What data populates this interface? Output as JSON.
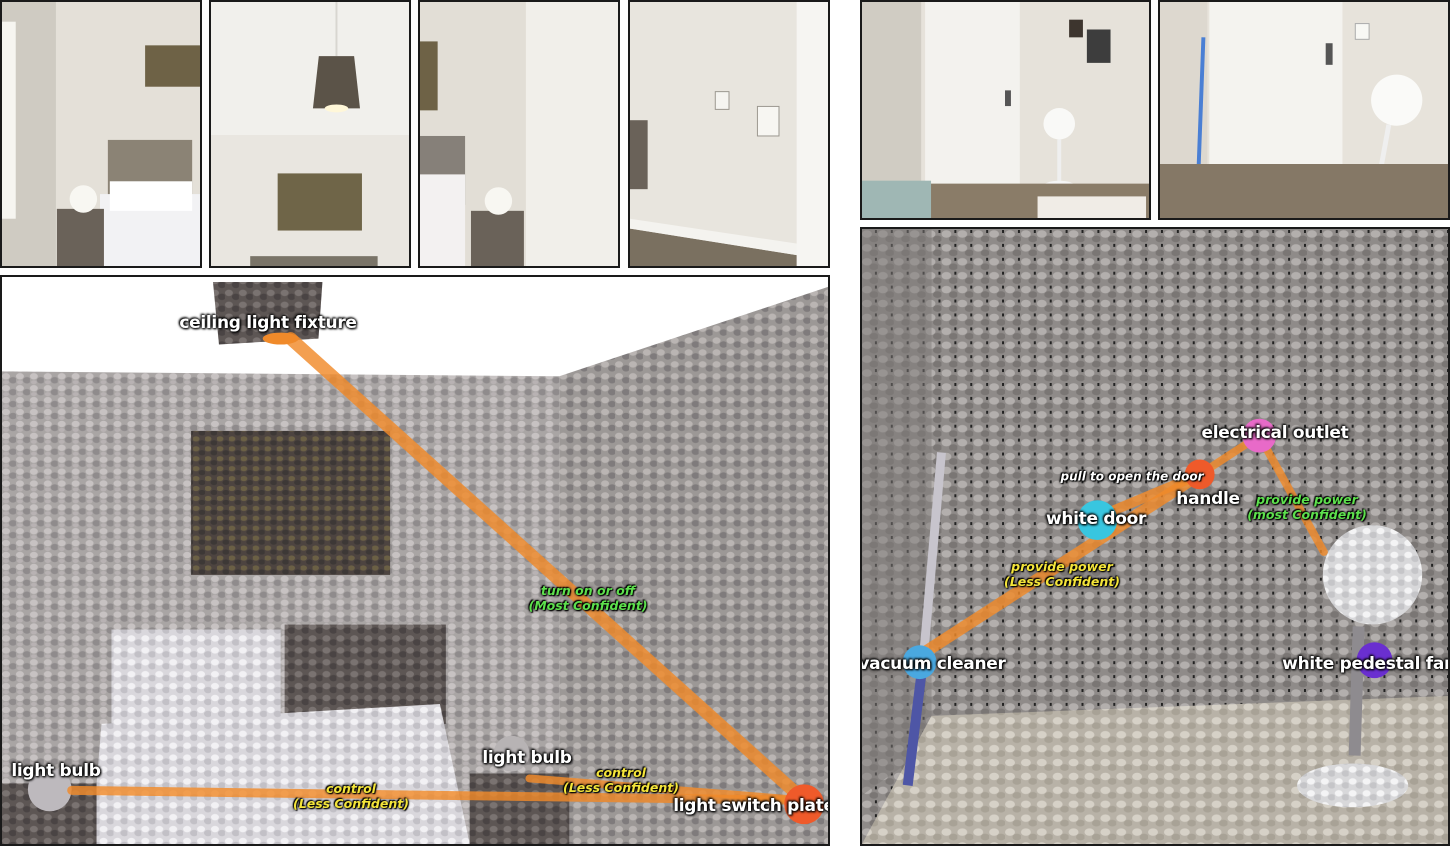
{
  "photos_left": [
    {
      "description": "bedroom photo: world map canvas above bed with white globe lamp"
    },
    {
      "description": "bedroom photo: ceiling pendant lamp above world map canvas"
    },
    {
      "description": "bedroom photo: corner with bed and globe lamp"
    },
    {
      "description": "bedroom photo: wall with thermostat and light switch"
    }
  ],
  "photos_right": [
    {
      "description": "room photo: white door, pictures, pedestal fan"
    },
    {
      "description": "room photo: door handle, outlet, pedestal fan, vacuum cleaner"
    }
  ],
  "scene_left": {
    "labels": {
      "ceiling_light_fixture": "ceiling light fixture",
      "light_bulb_left": "light bulb",
      "light_bulb_mid": "light bulb",
      "light_switch_plate": "light switch plate"
    },
    "relations": {
      "turn_on_off": {
        "line1": "turn on or off",
        "line2": "(Most Confident)"
      },
      "control_left": {
        "line1": "control",
        "line2": "(Less Confident)"
      },
      "control_mid": {
        "line1": "control",
        "line2": "(Less Confident)"
      }
    }
  },
  "scene_right": {
    "labels": {
      "electrical_outlet": "electrical outlet",
      "handle": "handle",
      "white_door": "white door",
      "vacuum_cleaner": "vacuum cleaner",
      "white_pedestal_fan": "white pedestal fan"
    },
    "relations": {
      "pull_open": {
        "line1": "pull to open the door"
      },
      "power_most": {
        "line1": "provide power",
        "line2": "(most Confident)"
      },
      "power_less": {
        "line1": "provide power",
        "line2": "(Less Confident)"
      }
    }
  },
  "colors": {
    "edge": "#f08a2a",
    "relation_less": "#f4e53a",
    "relation_most": "#5de04d",
    "node_orange": "#ef5a2a",
    "node_pink": "#e86ac8",
    "node_cyan": "#38c6e0",
    "node_blue": "#4aa8e0",
    "node_purple": "#6a2fd0"
  }
}
